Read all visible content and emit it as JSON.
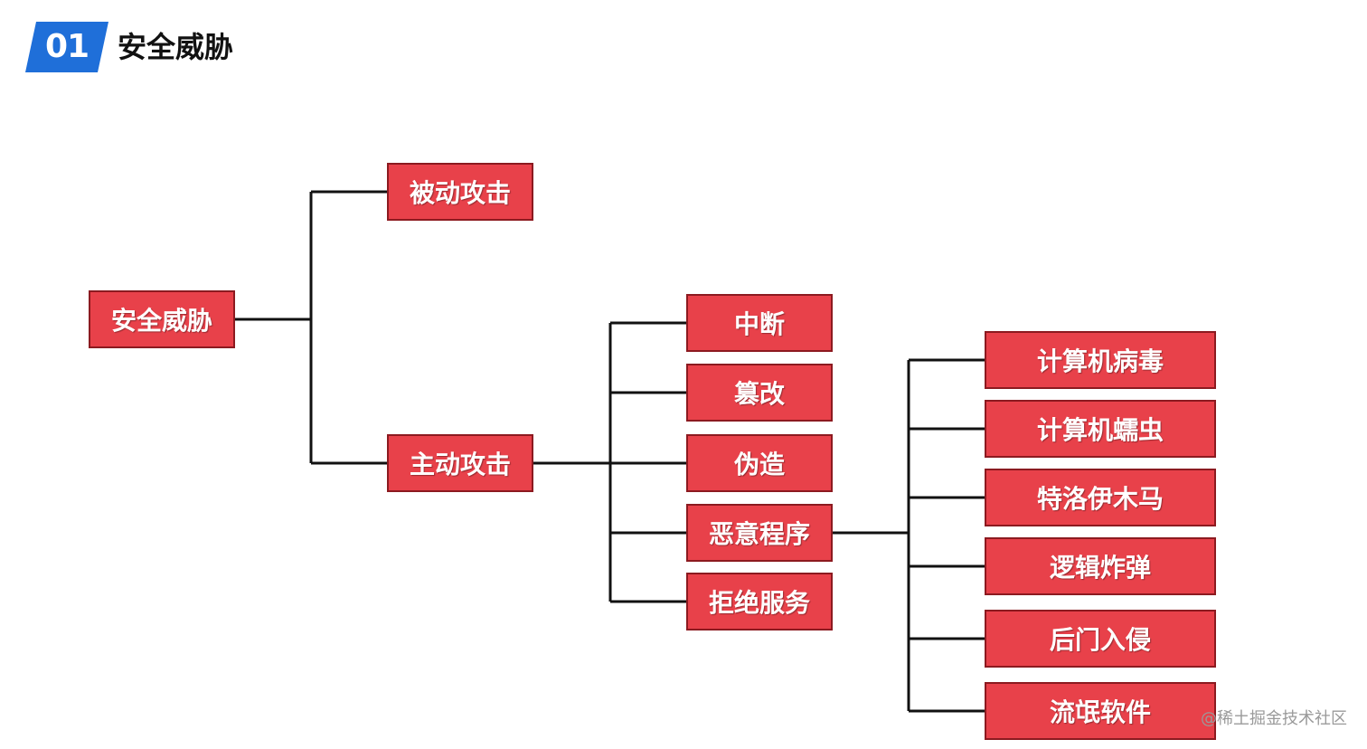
{
  "header": {
    "number": "01",
    "title": "安全威胁",
    "badge_color": "#1f6fd9"
  },
  "diagram": {
    "root": "安全威胁",
    "level1": [
      "被动攻击",
      "主动攻击"
    ],
    "active_attacks": [
      "中断",
      "篡改",
      "伪造",
      "恶意程序",
      "拒绝服务"
    ],
    "malware": [
      "计算机病毒",
      "计算机蠕虫",
      "特洛伊木马",
      "逻辑炸弹",
      "后门入侵",
      "流氓软件"
    ],
    "node_color": "#e8414a",
    "line_color": "#111111"
  },
  "watermark": "@稀土掘金技术社区"
}
